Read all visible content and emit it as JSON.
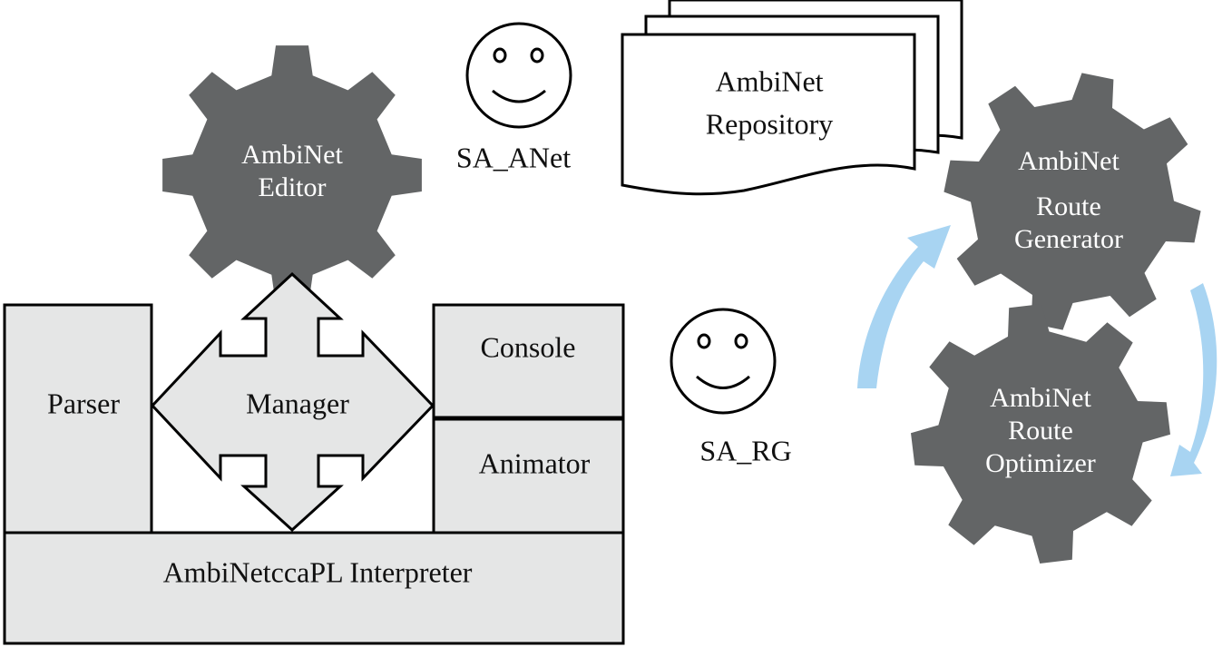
{
  "editor_gear": {
    "line1": "AmbiNet",
    "line2": "Editor"
  },
  "repository": {
    "line1": "AmbiNet",
    "line2": "Repository"
  },
  "route_generator_gear": {
    "line1": "AmbiNet",
    "line2": "Route",
    "line3": "Generator"
  },
  "route_optimizer_gear": {
    "line1": "AmbiNet",
    "line2": "Route",
    "line3": "Optimizer"
  },
  "agents": {
    "anet": "SA_ANet",
    "rg": "SA_RG"
  },
  "modules": {
    "parser": "Parser",
    "manager": "Manager",
    "console": "Console",
    "animator": "Animator",
    "interpreter": "AmbiNetccaPL Interpreter"
  },
  "colors": {
    "gear": "#636566",
    "box_fill": "#e5e6e6",
    "cycle_arrow": "#a8d4f2",
    "outline": "#000000"
  }
}
